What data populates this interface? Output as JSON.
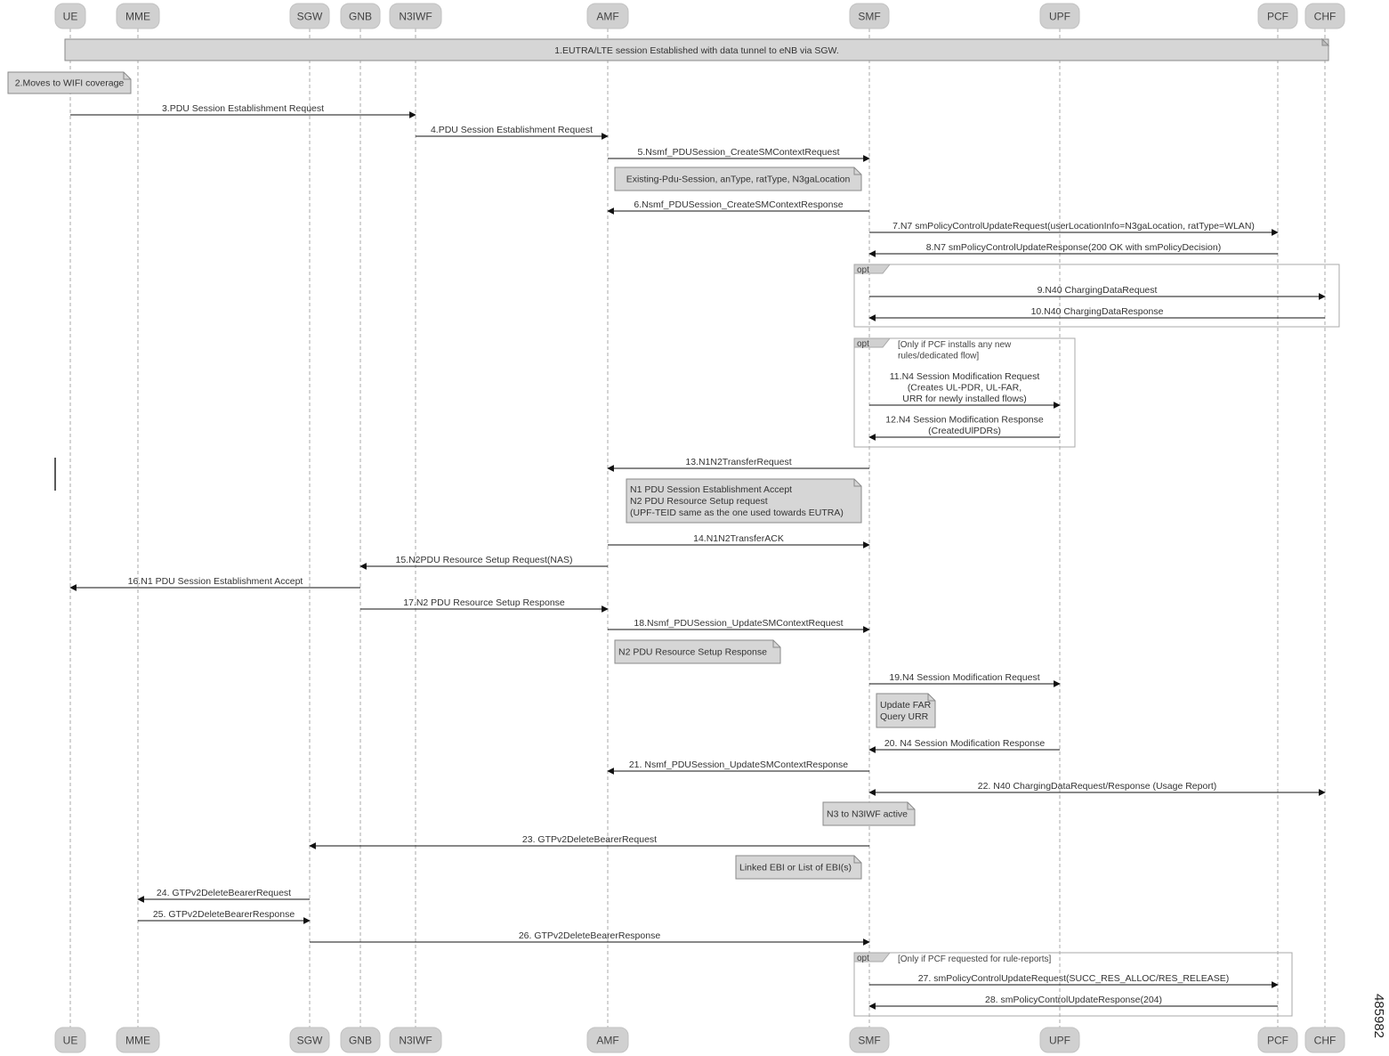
{
  "participants": [
    {
      "id": "UE",
      "label": "UE"
    },
    {
      "id": "MME",
      "label": "MME"
    },
    {
      "id": "SGW",
      "label": "SGW"
    },
    {
      "id": "GNB",
      "label": "GNB"
    },
    {
      "id": "N3IWF",
      "label": "N3IWF"
    },
    {
      "id": "AMF",
      "label": "AMF"
    },
    {
      "id": "SMF",
      "label": "SMF"
    },
    {
      "id": "UPF",
      "label": "UPF"
    },
    {
      "id": "PCF",
      "label": "PCF"
    },
    {
      "id": "CHF",
      "label": "CHF"
    }
  ],
  "banner": "1.EUTRA/LTE session Established with data tunnel to eNB via SGW.",
  "notes": [
    {
      "lines": [
        "2.Moves to WIFI coverage"
      ]
    },
    {
      "lines": [
        "Existing-Pdu-Session, anType, ratType, N3gaLocation"
      ]
    },
    {
      "lines": [
        "N1 PDU Session Establishment Accept",
        "N2 PDU Resource Setup request",
        "(UPF-TEID same as the one used towards EUTRA)"
      ]
    },
    {
      "lines": [
        "N2 PDU Resource Setup Response"
      ]
    },
    {
      "lines": [
        "Update FAR",
        "Query URR"
      ]
    },
    {
      "lines": [
        "N3 to N3IWF active"
      ]
    },
    {
      "lines": [
        "Linked EBI or List of EBI(s)"
      ]
    }
  ],
  "messages": [
    {
      "from": "UE",
      "to": "N3IWF",
      "lines": [
        "3.PDU Session Establishment Request"
      ]
    },
    {
      "from": "N3IWF",
      "to": "AMF",
      "lines": [
        "4.PDU Session Establishment Request"
      ]
    },
    {
      "from": "AMF",
      "to": "SMF",
      "lines": [
        "5.Nsmf_PDUSession_CreateSMContextRequest"
      ]
    },
    {
      "from": "SMF",
      "to": "AMF",
      "lines": [
        "6.Nsmf_PDUSession_CreateSMContextResponse"
      ]
    },
    {
      "from": "SMF",
      "to": "PCF",
      "lines": [
        "7.N7 smPolicyControlUpdateRequest(userLocationInfo=N3gaLocation, ratType=WLAN)"
      ]
    },
    {
      "from": "PCF",
      "to": "SMF",
      "lines": [
        "8.N7 smPolicyControlUpdateResponse(200 OK with smPolicyDecision)"
      ]
    },
    {
      "from": "SMF",
      "to": "CHF",
      "lines": [
        "9.N40 ChargingDataRequest"
      ]
    },
    {
      "from": "CHF",
      "to": "SMF",
      "lines": [
        "10.N40 ChargingDataResponse"
      ]
    },
    {
      "from": "SMF",
      "to": "UPF",
      "lines": [
        "11.N4 Session Modification Request",
        "(Creates UL-PDR, UL-FAR,",
        "URR for newly installed flows)"
      ]
    },
    {
      "from": "UPF",
      "to": "SMF",
      "lines": [
        "12.N4 Session Modification Response",
        "(CreatedUlPDRs)"
      ]
    },
    {
      "from": "SMF",
      "to": "AMF",
      "lines": [
        "13.N1N2TransferRequest"
      ]
    },
    {
      "from": "AMF",
      "to": "SMF",
      "lines": [
        "14.N1N2TransferACK"
      ]
    },
    {
      "from": "AMF",
      "to": "GNB",
      "lines": [
        "15.N2PDU Resource Setup Request(NAS)"
      ]
    },
    {
      "from": "GNB",
      "to": "UE",
      "lines": [
        "16.N1 PDU Session Establishment Accept"
      ]
    },
    {
      "from": "GNB",
      "to": "AMF",
      "lines": [
        "17.N2 PDU Resource Setup Response"
      ]
    },
    {
      "from": "AMF",
      "to": "SMF",
      "lines": [
        "18.Nsmf_PDUSession_UpdateSMContextRequest"
      ]
    },
    {
      "from": "SMF",
      "to": "UPF",
      "lines": [
        "19.N4 Session Modification Request"
      ]
    },
    {
      "from": "UPF",
      "to": "SMF",
      "lines": [
        "20. N4 Session Modification Response"
      ]
    },
    {
      "from": "SMF",
      "to": "AMF",
      "lines": [
        "21. Nsmf_PDUSession_UpdateSMContextResponse"
      ]
    },
    {
      "from": "SMF",
      "to": "CHF",
      "bidirectional": true,
      "lines": [
        "22. N40 ChargingDataRequest/Response (Usage Report)"
      ]
    },
    {
      "from": "SMF",
      "to": "SGW",
      "lines": [
        "23. GTPv2DeleteBearerRequest"
      ]
    },
    {
      "from": "SGW",
      "to": "MME",
      "lines": [
        "24. GTPv2DeleteBearerRequest"
      ]
    },
    {
      "from": "MME",
      "to": "SGW",
      "lines": [
        "25. GTPv2DeleteBearerResponse"
      ]
    },
    {
      "from": "SGW",
      "to": "SMF",
      "lines": [
        "26. GTPv2DeleteBearerResponse"
      ]
    },
    {
      "from": "SMF",
      "to": "PCF",
      "lines": [
        "27. smPolicyControlUpdateRequest(SUCC_RES_ALLOC/RES_RELEASE)"
      ]
    },
    {
      "from": "PCF",
      "to": "SMF",
      "lines": [
        "28. smPolicyControlUpdateResponse(204)"
      ]
    }
  ],
  "fragments": [
    {
      "tag": "opt",
      "condition": []
    },
    {
      "tag": "opt",
      "condition": [
        "[Only if PCF installs any new",
        "rules/dedicated flow]"
      ]
    },
    {
      "tag": "opt",
      "condition": [
        "[Only if PCF requested for rule-reports]"
      ]
    }
  ],
  "figure_id": "485982"
}
